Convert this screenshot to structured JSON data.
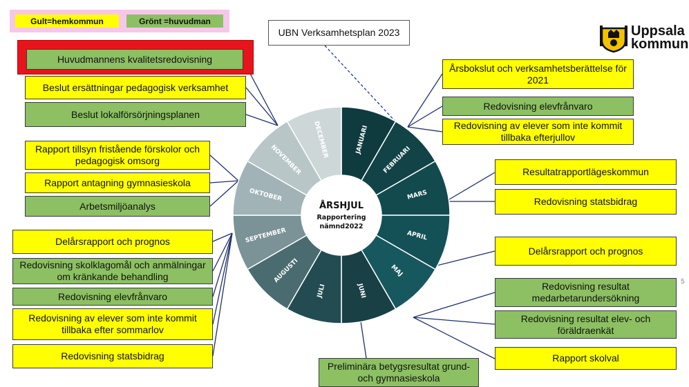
{
  "legend": {
    "yellow_label": "Gult=hemkommun",
    "green_label": "Grönt =huvudman"
  },
  "plan_label": "UBN Verksamhetsplan 2023",
  "logo": {
    "line1": "Uppsala",
    "line2": "kommun"
  },
  "center": {
    "title": "ÅRSHJUL",
    "line2": "Rapportering",
    "line3": "nämnd2022"
  },
  "months": [
    "JANUARI",
    "FEBRUARI",
    "MARS",
    "APRIL",
    "MAJ",
    "JUNI",
    "JULI",
    "AUGUSTI",
    "SEPTEMBER",
    "OKTOBER",
    "NOVEMBER",
    "DECEMBER"
  ],
  "colors": {
    "yellow": "#ffff00",
    "green": "#8cc063",
    "highlight_border": "#e8141c",
    "legend_bg": "#f7c7ea",
    "months": [
      "#0f3b3f",
      "#114347",
      "#124a4e",
      "#145156",
      "#16585d",
      "#184045",
      "#224c52",
      "#4a6b70",
      "#7b9296",
      "#a1b3b6",
      "#b8c6c8",
      "#cdd7d8"
    ]
  },
  "left_boxes": [
    {
      "text": "Huvudmannens kvalitetsredovisning",
      "color": "green",
      "highlight": true
    },
    {
      "text": "Beslut ersättningar pedagogisk verksamhet",
      "color": "yellow"
    },
    {
      "text": "Beslut lokalförsörjningsplanen",
      "color": "green"
    },
    {
      "text": "Rapport tillsyn fristående förskolor och pedagogisk omsorg",
      "color": "yellow"
    },
    {
      "text": "Rapport antagning gymnasieskola",
      "color": "yellow"
    },
    {
      "text": "Arbetsmiljöanalys",
      "color": "green"
    },
    {
      "text": "Delårsrapport och prognos",
      "color": "yellow"
    },
    {
      "text": "Redovisning skolklagomål och anmälningar om kränkande behandling",
      "color": "green"
    },
    {
      "text": "Redovisning elevfrånvaro",
      "color": "green"
    },
    {
      "text": "Redovisning av elever som inte kommit tillbaka efter sommarlov",
      "color": "yellow"
    },
    {
      "text": "Redovisning statsbidrag",
      "color": "yellow"
    }
  ],
  "right_boxes": [
    {
      "text": "Årsbokslut och verksamhetsberättelse för 2021",
      "color": "yellow"
    },
    {
      "text": "Redovisning elevfrånvaro",
      "color": "green"
    },
    {
      "text": "Redovisning av elever som inte kommit tillbaka efterjullov",
      "color": "yellow"
    },
    {
      "text": "Resultatrapportlägeskommun",
      "color": "yellow"
    },
    {
      "text": "Redovisning statsbidrag",
      "color": "yellow"
    },
    {
      "text": "Delårsrapport och prognos",
      "color": "yellow"
    },
    {
      "text": "Redovisning resultat medarbetarundersökning",
      "color": "green"
    },
    {
      "text": "Redovisning resultat elev- och föräldraenkät",
      "color": "green"
    },
    {
      "text": "Rapport skolval",
      "color": "yellow"
    }
  ],
  "bottom_box": {
    "text": "Preliminära betygsresultat grund- och gymnasieskola",
    "color": "green"
  },
  "page_number": "5"
}
